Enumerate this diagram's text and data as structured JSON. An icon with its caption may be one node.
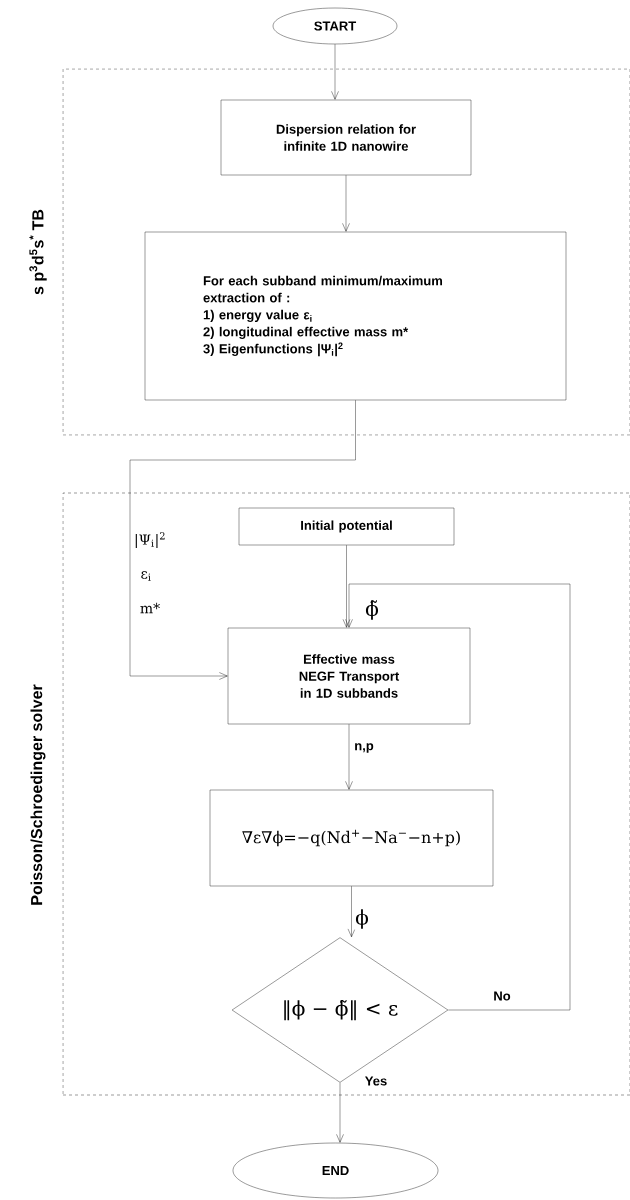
{
  "diagram": {
    "nodes": [
      {
        "text": [
          "START"
        ]
      },
      {
        "text": [
          "s p$^{3}$d$^{5}$s$^{*}$   TB"
        ]
      },
      {
        "text": [
          "Dispersion relation for infinite 1D nanowire"
        ],
        "in": 1
      },
      {
        "text": [
          "For each subband minimum/maximum extraction of :",
          "1) energy value  ε$_{i}$",
          "2) longitudinal effective mass m*",
          "3) Eigenfunctions |Ψ$_{i}$|$^{2}$"
        ],
        "in": 1
      },
      {
        "text": [
          "Poisson/Schroedinger solver"
        ]
      },
      {
        "text": [
          "Initial potential"
        ],
        "in": 4
      },
      {
        "text": [
          "Effective mass NEGF Transport in 1D subbands"
        ],
        "in": 4
      },
      {
        "text": [
          "∇ε∇ϕ=−q(Nd$^{+}$−Na$^{−}$−n+p)"
        ],
        "in": 4
      },
      {
        "text": [
          "‖ϕ − ϕ̃‖ < ε"
        ],
        "in": 4
      },
      {
        "text": [
          "END"
        ]
      }
    ],
    "edges": [
      {
        "from": 0,
        "to": 2,
        "arrow": "to"
      },
      {
        "from": 2,
        "to": 3,
        "arrow": "to"
      },
      {
        "from": 3,
        "to": 6,
        "arrow": "to"
      },
      {
        "from": 5,
        "to": 6,
        "arrow": "to"
      },
      {
        "from": 6,
        "to": 7,
        "arrow": "to",
        "label": "n,p"
      },
      {
        "from": 7,
        "to": 8,
        "arrow": "to",
        "label": "ϕ"
      },
      {
        "from": 8,
        "to": 6,
        "arrow": "to",
        "label": "No"
      },
      {
        "from": 8,
        "to": 9,
        "arrow": "to",
        "label": "Yes"
      }
    ],
    "labels": [
      "|Ψ$_{i}$|$^{2}$",
      "ε$_{i}$",
      "m*",
      "ϕ̃"
    ]
  }
}
